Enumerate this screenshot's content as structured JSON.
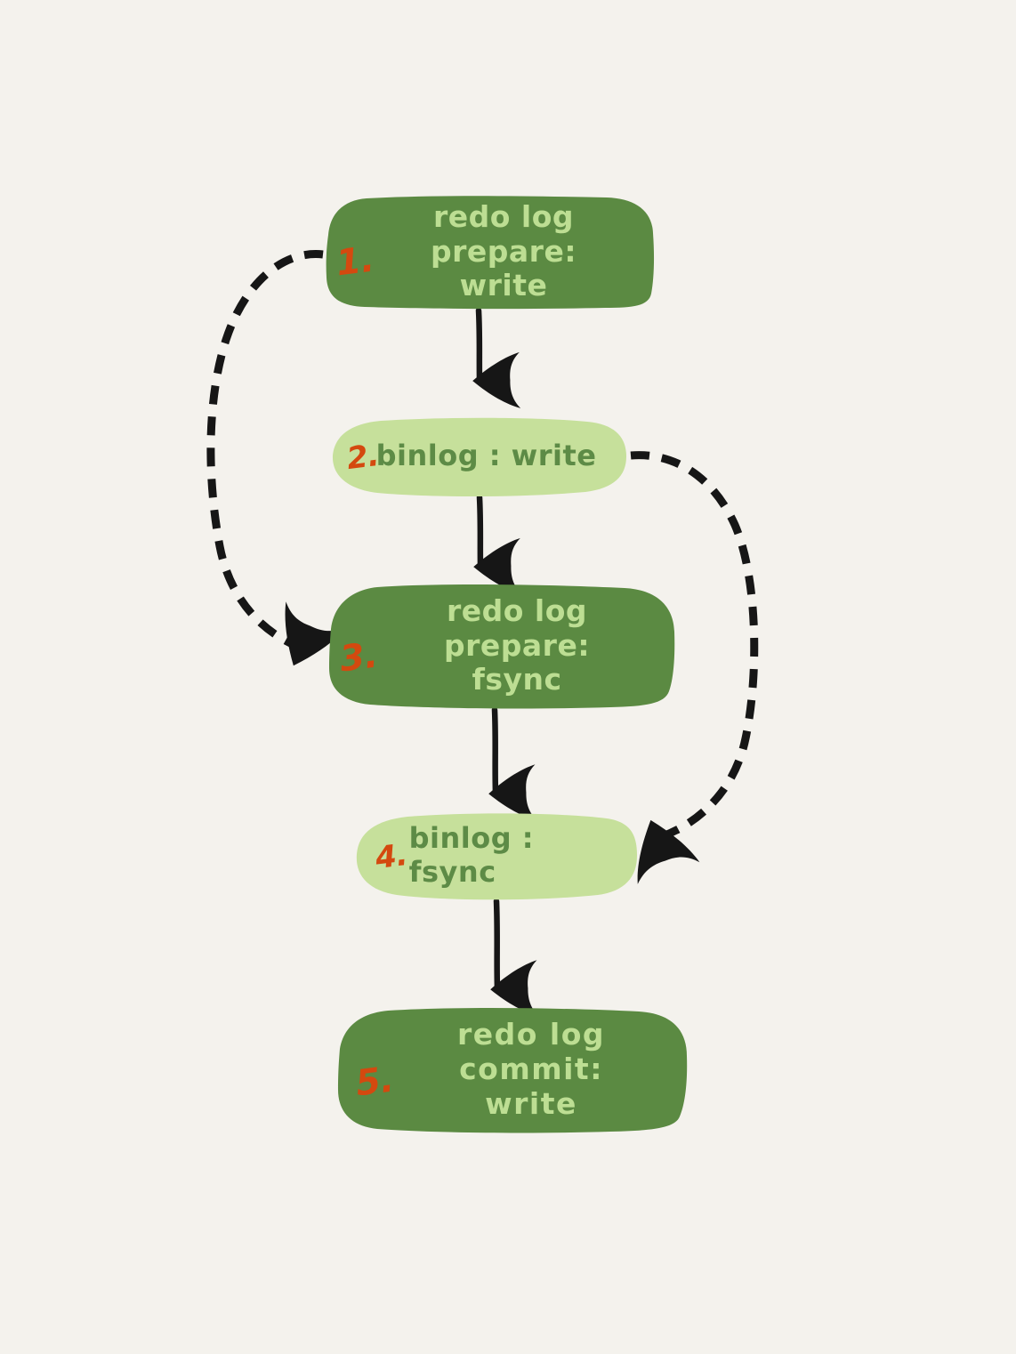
{
  "diagram": {
    "title": "MySQL redo log / binlog two-phase commit sequence",
    "background_color": "#f4f2ed",
    "palette": {
      "dark_green_fill": "#5b8a42",
      "light_green_fill": "#c6e09b",
      "light_green_text": "#bdde93",
      "dark_green_text": "#5d8b46",
      "number_orange": "#d4490f",
      "arrow_black": "#161616"
    },
    "nodes": [
      {
        "id": "node-1",
        "number": "1.",
        "label": "redo log prepare:\nwrite",
        "style": "dark"
      },
      {
        "id": "node-2",
        "number": "2.",
        "label": "binlog : write",
        "style": "light"
      },
      {
        "id": "node-3",
        "number": "3.",
        "label": "redo log prepare:\nfsync",
        "style": "dark"
      },
      {
        "id": "node-4",
        "number": "4.",
        "label": "binlog : fsync",
        "style": "light"
      },
      {
        "id": "node-5",
        "number": "5.",
        "label": "redo log commit:\nwrite",
        "style": "dark"
      }
    ],
    "edges": [
      {
        "id": "edge-1-2",
        "from": "node-1",
        "to": "node-2",
        "style": "solid"
      },
      {
        "id": "edge-2-3",
        "from": "node-2",
        "to": "node-3",
        "style": "solid"
      },
      {
        "id": "edge-3-4",
        "from": "node-3",
        "to": "node-4",
        "style": "solid"
      },
      {
        "id": "edge-4-5",
        "from": "node-4",
        "to": "node-5",
        "style": "solid"
      },
      {
        "id": "edge-1-3-dashed",
        "from": "node-1",
        "to": "node-3",
        "style": "dashed",
        "side": "left"
      },
      {
        "id": "edge-2-4-dashed",
        "from": "node-2",
        "to": "node-4",
        "style": "dashed",
        "side": "right"
      }
    ]
  }
}
